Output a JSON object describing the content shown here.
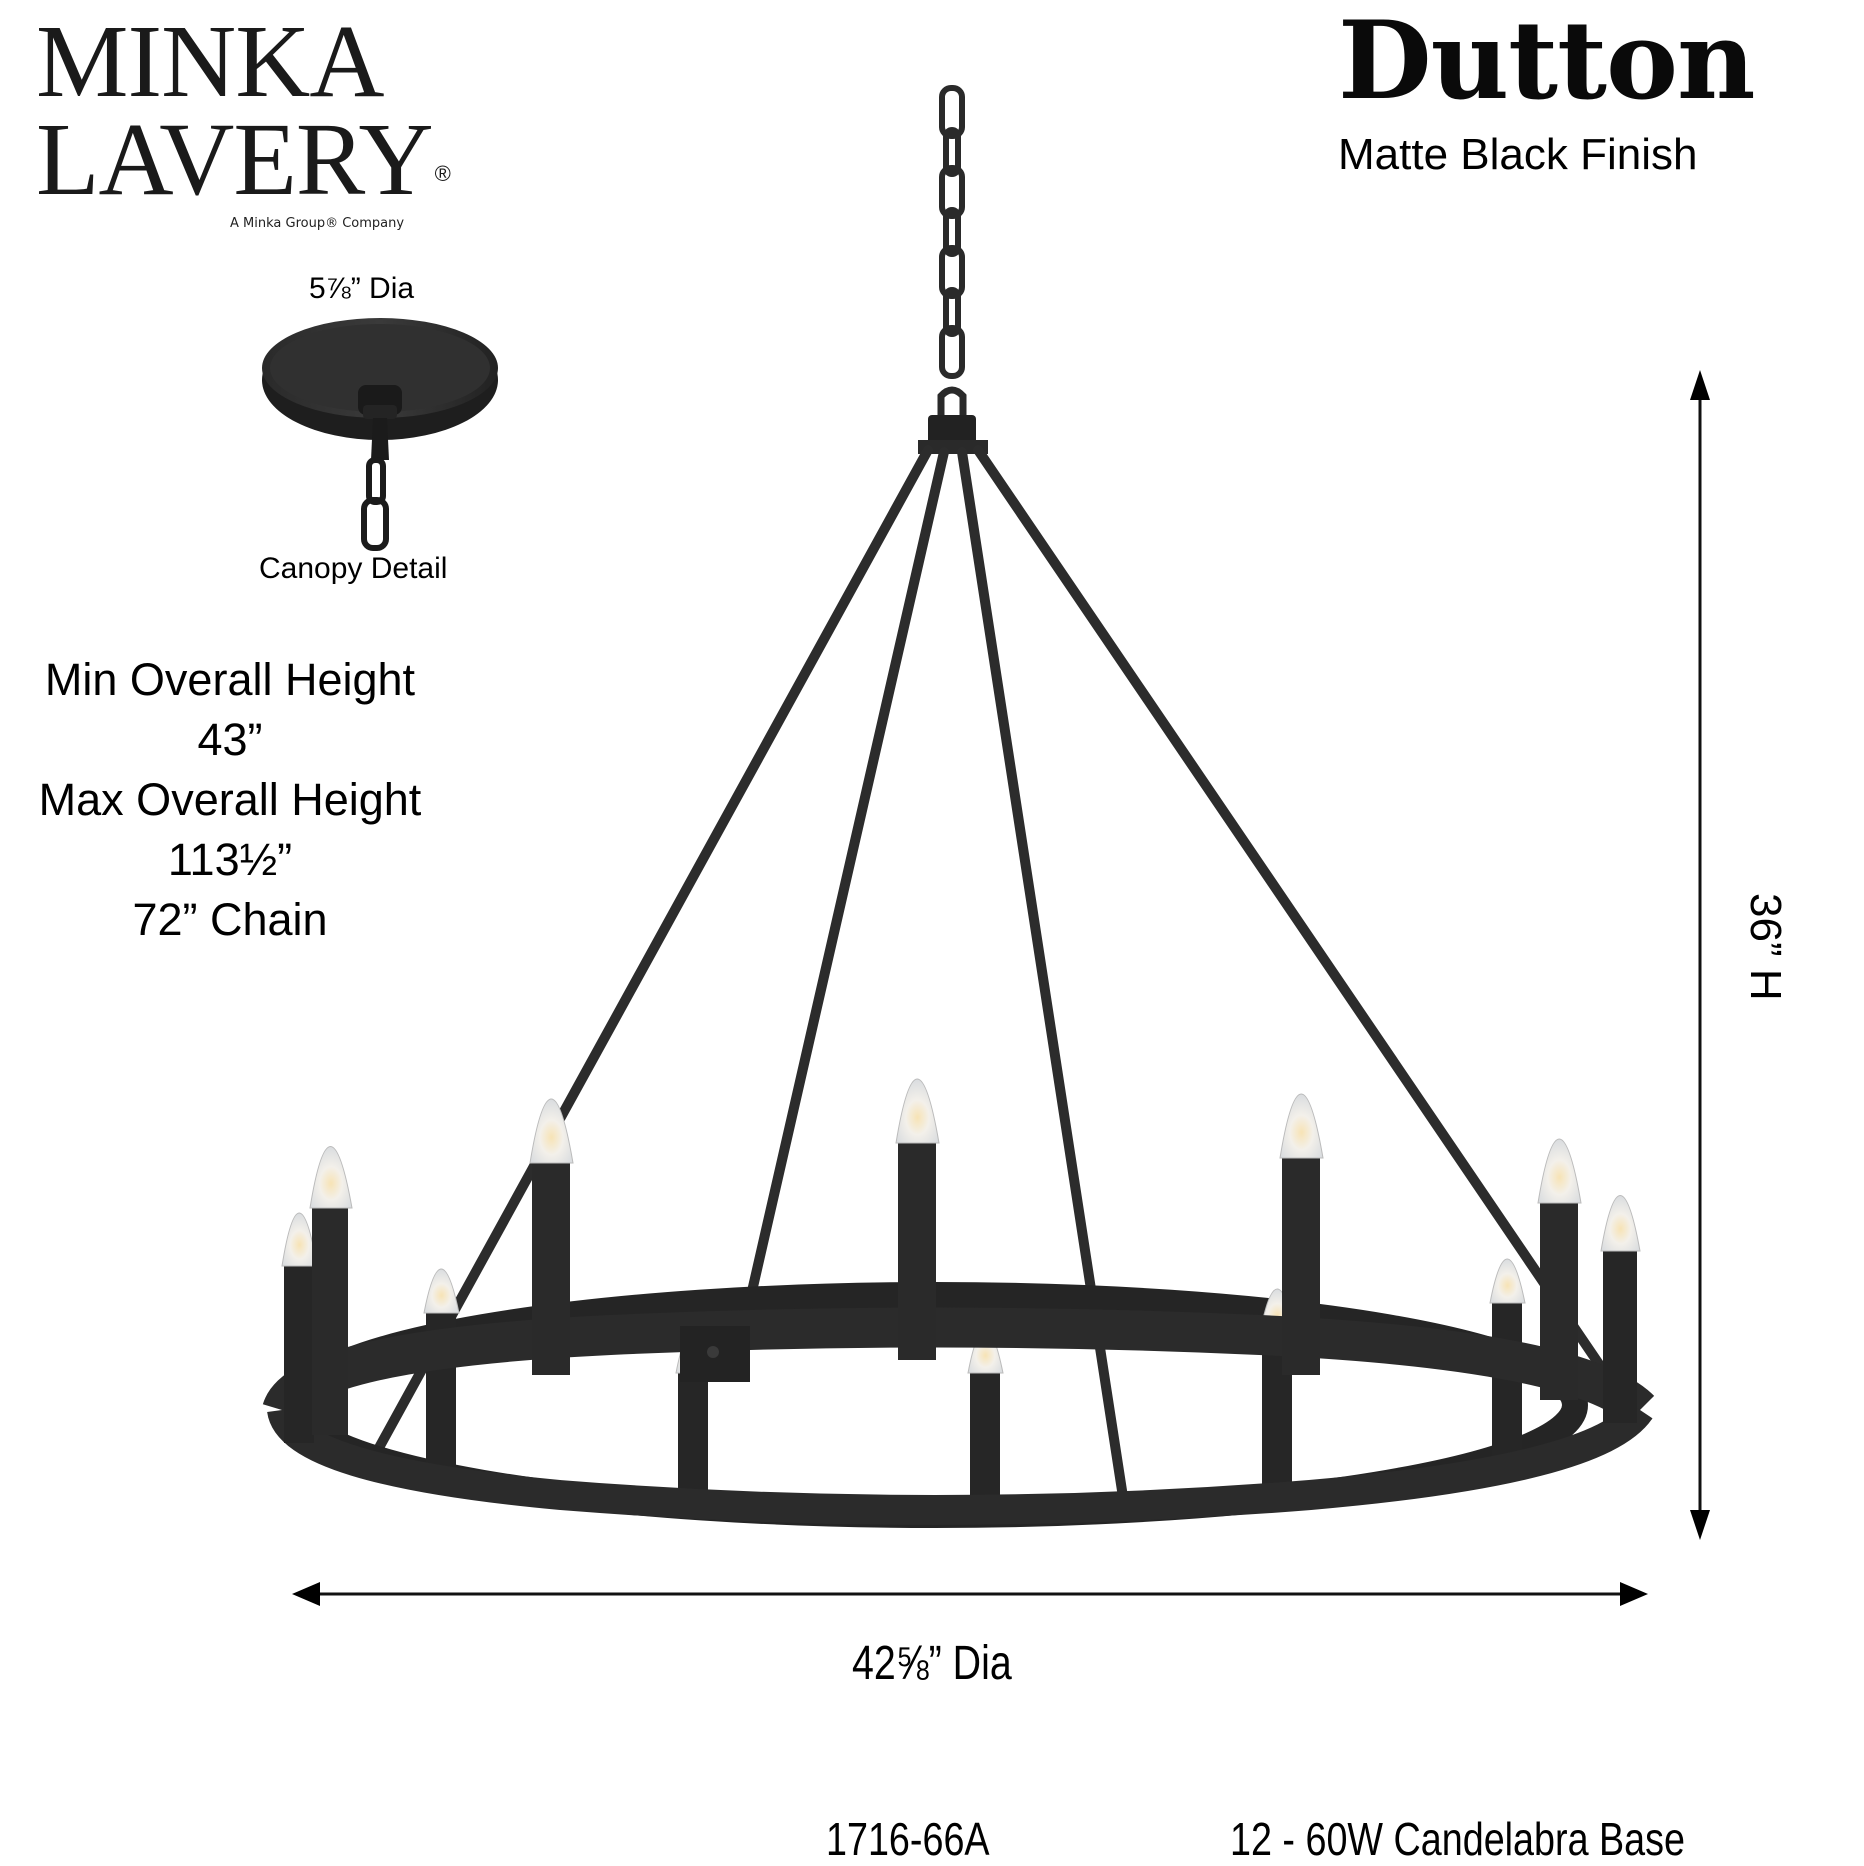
{
  "brand": {
    "line1": "MINKA",
    "line2": "LAVERY",
    "registered_mark": "®",
    "tagline": "A Minka Group® Company"
  },
  "product": {
    "name": "Dutton",
    "finish": "Matte Black Finish",
    "model_number": "1716-66A",
    "lamping": "12 - 60W Candelabra Base"
  },
  "canopy": {
    "diameter_label": "5⅞” Dia",
    "caption": "Canopy Detail"
  },
  "specs": {
    "min_height_label": "Min Overall Height",
    "min_height_value": "43”",
    "max_height_label": "Max Overall Height",
    "max_height_value": "113½”",
    "chain_label": "72” Chain"
  },
  "dimensions": {
    "height_label": "36” H",
    "diameter_label": "42⅝” Dia"
  },
  "colors": {
    "fixture": "#2b2b2b",
    "fixture_dark": "#1c1c1c",
    "bulb_glass": "#eef0f2",
    "bulb_glow": "#f6e7c4",
    "text": "#000000",
    "background": "#ffffff"
  },
  "icons": {
    "height_arrow": "vertical-double-arrow",
    "diameter_arrow": "horizontal-double-arrow"
  }
}
